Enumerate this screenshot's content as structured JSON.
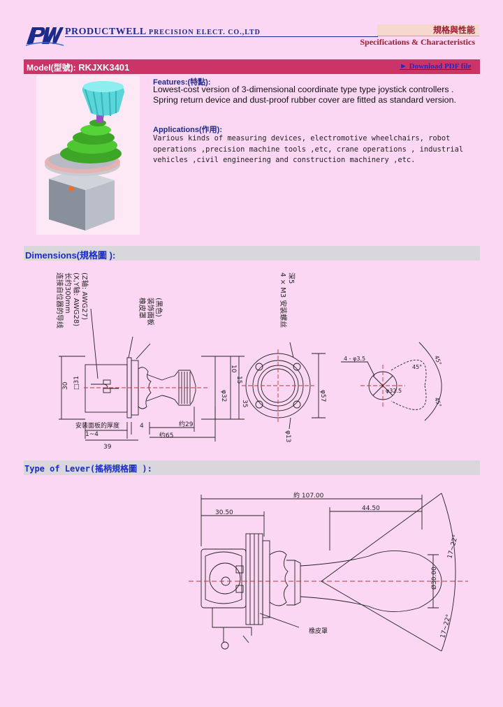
{
  "header": {
    "company_name": "PRODUCTWELL",
    "company_suffix": "PRECISION ELECT. CO.,LTD",
    "title_cn": "規格與性能",
    "title_en": "Specifications & Characteristics"
  },
  "model": {
    "label": "Model(型號):",
    "value": "RKJXK3401",
    "download": "► Download PDF file"
  },
  "features": {
    "heading": "Features:(特點):",
    "text": "Lowest-cost version of 3-dimensional coordinate type type joystick controllers . Spring return device and dust-proof rubber cover are fitted as standard version."
  },
  "applications": {
    "heading": "Applications(作用):",
    "text": "Various kinds of measuring devices, electromotive wheelchairs, robot operations ,precision machine tools ,etc, crane operations , industrial vehicles ,civil engineering and construction machinery ,etc."
  },
  "sections": {
    "dimensions": "Dimensions(規格圖 ):",
    "lever": "Type of Lever(搖柄規格圖 ):"
  },
  "dimension_labels": {
    "wire_note_1": "连接自位器的导线",
    "wire_note_2": "长约300mm",
    "wire_note_3": "(X,Y轴: AWG28)",
    "wire_note_4": "(Z轴: AWG27)",
    "rubber_cover": "橡皮罩",
    "panel_cn_1": "装饰面板",
    "panel_cn_2": "(黑色)",
    "screw_note_1": "4 × M3 安装螺丝",
    "screw_note_2": "深5",
    "panel_thickness": "安装面板的厚度",
    "d_30": "30",
    "d_sq31": "□31",
    "d_4": "4",
    "d_1to4": "1~4",
    "d_39": "39",
    "d_29": "约29",
    "d_65": "约65",
    "d_10": "10",
    "d_15": "15",
    "d_35": "35",
    "d_phi32": "φ32",
    "d_phi57": "φ57",
    "d_phi13": "φ13",
    "d_4phi3": "4 - φ3.5",
    "d_45": "45°",
    "d_phi32_5": "φ32.5"
  },
  "lever_labels": {
    "total_length": "約 107.00",
    "left_len": "30.50",
    "right_len": "44.50",
    "diameter": "Ø30.00",
    "angle_top": "17~22°",
    "angle_bottom": "17~22°",
    "rubber_cover": "橡皮罩"
  }
}
